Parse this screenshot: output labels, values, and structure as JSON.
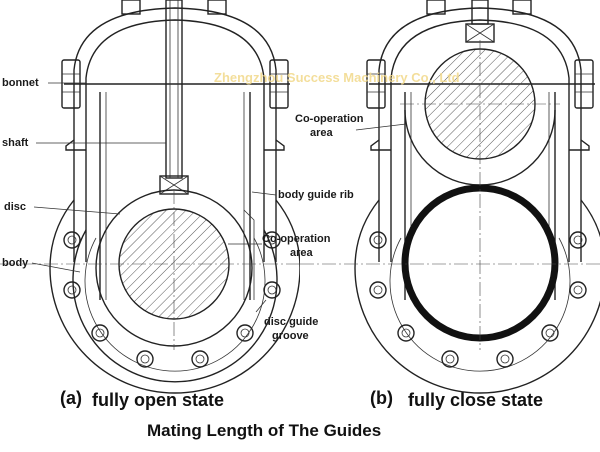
{
  "watermark": "Zhengzhou Success Machinery Co., Ltd",
  "title": "Mating Length of The Guides",
  "left_view": {
    "caption_tag": "(a)",
    "caption_text": "fully open state",
    "labels": {
      "bonnet": "bonnet",
      "shaft": "shaft",
      "disc": "disc",
      "body": "body",
      "body_guide_rib": "body guide rib",
      "cooperation_line1": "Co-operation",
      "cooperation_line2": "area",
      "disc_guide_line1": "disc guide",
      "disc_guide_line2": "groove"
    }
  },
  "right_view": {
    "caption_tag": "(b)",
    "caption_text": "fully close state",
    "labels": {
      "cooperation_line1": "Co-operation",
      "cooperation_line2": "area"
    }
  }
}
